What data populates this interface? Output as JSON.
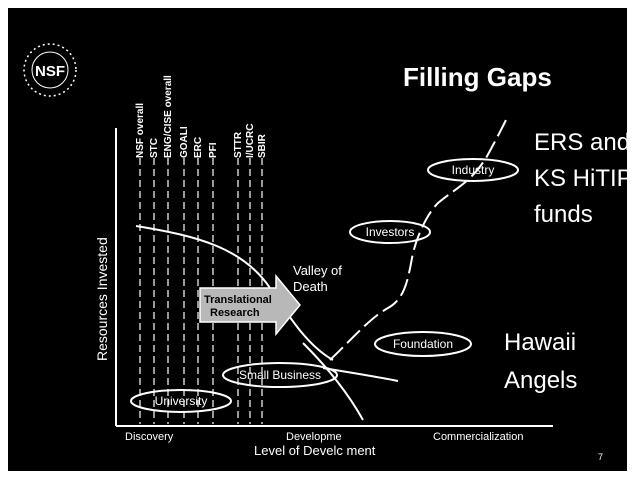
{
  "slide": {
    "title": "Filling Gaps",
    "logo_text": "NSF",
    "side_note_1": [
      "ERS and",
      "KS HiTIP",
      "funds"
    ],
    "side_note_2": [
      "Hawaii",
      "Angels"
    ],
    "page_number": "7"
  },
  "programs": [
    "NSF overall",
    "STC",
    "ENG/CISE overall",
    "GOALI",
    "ERC",
    "PFI",
    "STTR",
    "I/UCRC",
    "SBIR"
  ],
  "axes": {
    "y_label": "Resources Invested",
    "x_label": "Level of Develc ment",
    "x_ticks": [
      "Discovery",
      "Developme",
      "Commercialization"
    ]
  },
  "stages": {
    "university": "University",
    "small_business": "Small Business",
    "foundations": "Foundation",
    "investors": "Investors",
    "industry": "Industry"
  },
  "arrow": {
    "label_1": "Translational",
    "label_2": "Research"
  },
  "valley": {
    "line_1": "Valley of",
    "line_2": "Death"
  },
  "colors": {
    "background": "#000000",
    "text": "#ffffff",
    "arrow_fill": "#b8b8b8"
  }
}
